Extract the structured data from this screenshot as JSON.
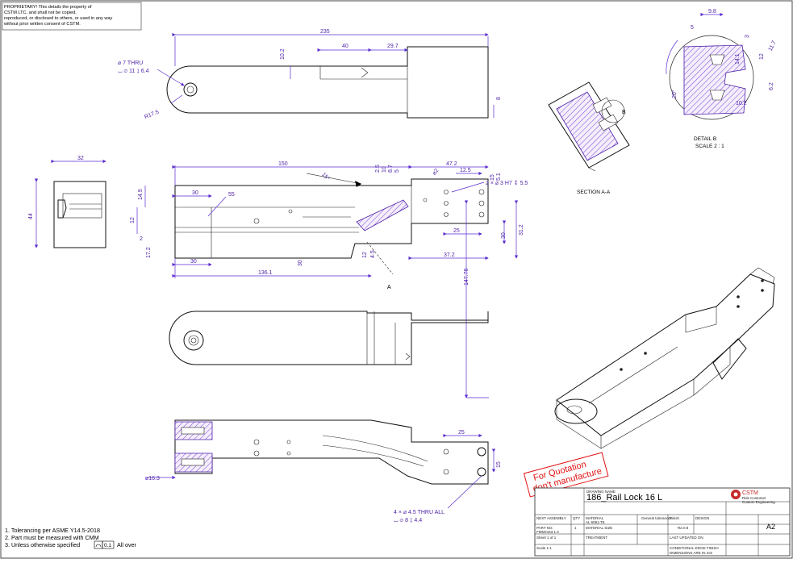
{
  "proprietary_note": [
    "PROPRIETARY! This details the property of",
    "CSTM LTC. and shall not be copied,",
    "reproduced, or disclosed to others, or used in any way",
    "without prior written consent of CSTM."
  ],
  "top_view": {
    "dims": {
      "overall": "235",
      "d40": "40",
      "d29": "29.7",
      "d10": "10.2",
      "d8": "8"
    },
    "hole_callout": [
      "⌀ 7 THRU",
      "⌴ ⌀ 11 ↧ 6.4"
    ],
    "radius": "R17.5"
  },
  "end_view": {
    "width": "32",
    "height": "44"
  },
  "front_view": {
    "dims": [
      "150",
      "30",
      "14.9",
      "12",
      "2",
      "17.2",
      "30",
      "136.1",
      "30",
      "47.2",
      "12.5",
      "25",
      "37.2",
      "31.2",
      "30",
      "147.76",
      "55"
    ],
    "small_dims": [
      "2.5",
      "10",
      "8.7",
      "5",
      "12",
      "4.5",
      "15",
      "5.1"
    ],
    "angle_labels": [
      "15°",
      "⌀2"
    ],
    "hole_callout": "2 × ⌀ 3 H7 ↧ 5.5"
  },
  "bottom_view": {
    "dims": [
      "25",
      "⌀16.3",
      "15"
    ],
    "hole_callout": [
      "4 × ⌀ 4.5 THRU ALL",
      "⌴ ⌀ 8 ↧ 4.4"
    ]
  },
  "section_label": "SECTION A-A",
  "section_marker": "B",
  "detail": {
    "title": "DETAIL B",
    "scale": "SCALE 2 : 1",
    "dims": [
      "9.8",
      "5",
      "3",
      "12",
      "14.1",
      "11.7",
      "10.2",
      "20°",
      "6.2"
    ]
  },
  "stamp": [
    "For Quotation",
    "don't manufacture"
  ],
  "notes": [
    "1. Tolerancing per ASME Y14.5-2018",
    "2. Part must be measured with CMM",
    "3. Unless otherwise specified"
  ],
  "notes_tolerance": "0.1",
  "notes_suffix": "All over",
  "title_block": {
    "drawing_name_label": "DRAWING NAME",
    "drawing_name": "186_Rail Lock 16 L",
    "company": "CSTM",
    "company_sub": [
      "Risk Customer",
      "Custom Engineering"
    ],
    "sheet_size": "A2",
    "labels": [
      "NEXT ASSEMBLY",
      "QTY",
      "MATERIAL",
      "General tolerances",
      "Finish",
      "DESIGN",
      "PART NO.",
      "MATERIAL SIZE",
      "TREATMENT",
      "Sheet 1 of 1",
      "Scale 1:1",
      "LAST UPDATED ON",
      "CONDITIONAL EDGE FINISH",
      "DIMENSIONS ARE IN mm"
    ],
    "values": [
      "FMM2163.1.0",
      "AL 6061-T6",
      "Ra 0.8",
      "1"
    ]
  }
}
